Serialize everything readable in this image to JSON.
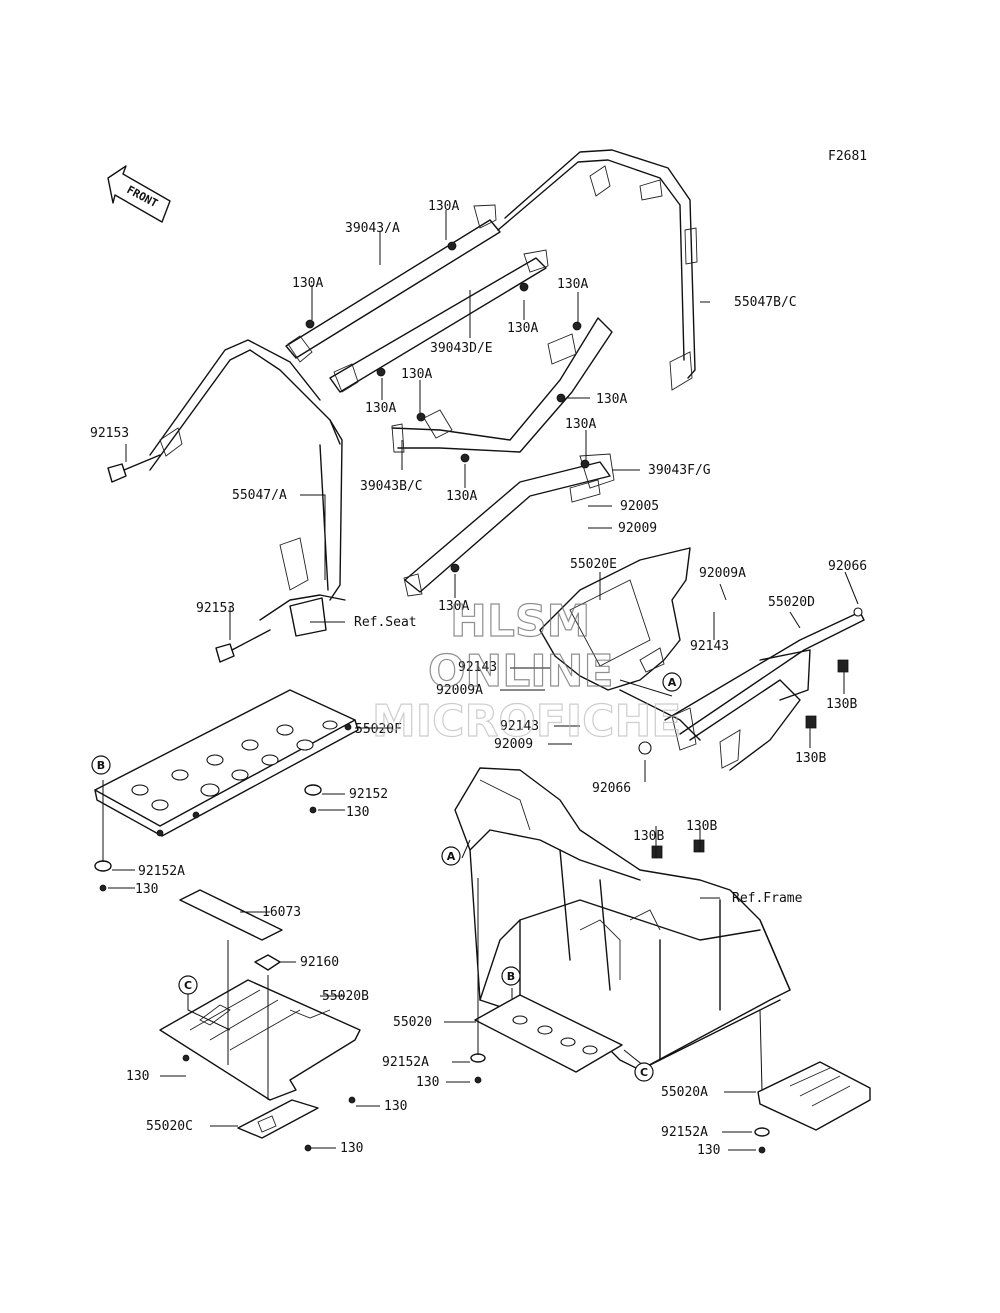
{
  "diagram_code": "F2681",
  "front_label": "FRONT",
  "watermark": [
    "HLSM",
    "ONLINE",
    "MICROFICHE"
  ],
  "callouts": {
    "c_39043A": "39043/A",
    "c_39043DE": "39043D/E",
    "c_39043BC": "39043B/C",
    "c_39043FG": "39043F/G",
    "c_55047BC": "55047B/C",
    "c_55047A": "55047/A",
    "c_92153_top": "92153",
    "c_92153_bot": "92153",
    "c_130A_1": "130A",
    "c_130A_2": "130A",
    "c_130A_3": "130A",
    "c_130A_4": "130A",
    "c_130A_5": "130A",
    "c_130A_6": "130A",
    "c_130A_7": "130A",
    "c_130A_8": "130A",
    "c_130A_9": "130A",
    "c_92005": "92005",
    "c_92009_top": "92009",
    "c_55020E": "55020E",
    "c_92009A_r": "92009A",
    "c_92066_top": "92066",
    "c_55020D": "55020D",
    "c_92143_r": "92143",
    "c_92143_m": "92143",
    "c_92009A_m": "92009A",
    "c_92143_b": "92143",
    "c_92009_m": "92009",
    "c_92066_m": "92066",
    "c_130B_1": "130B",
    "c_130B_2": "130B",
    "c_130B_3": "130B",
    "c_130B_4": "130B",
    "c_ref_seat": "Ref.Seat",
    "c_55020F": "55020F",
    "c_92152": "92152",
    "c_130_a": "130",
    "c_92152A_l": "92152A",
    "c_130_b": "130",
    "c_16073": "16073",
    "c_92160": "92160",
    "c_55020B": "55020B",
    "c_130_c": "130",
    "c_130_d": "130",
    "c_55020C": "55020C",
    "c_130_e": "130",
    "c_ref_frame": "Ref.Frame",
    "c_55020": "55020",
    "c_92152A_m": "92152A",
    "c_130_f": "130",
    "c_55020A": "55020A",
    "c_92152A_r": "92152A",
    "c_130_g": "130"
  },
  "ref_markers": {
    "a1": "A",
    "a2": "A",
    "b1": "B",
    "b2": "B",
    "c1": "C",
    "c2": "C"
  }
}
